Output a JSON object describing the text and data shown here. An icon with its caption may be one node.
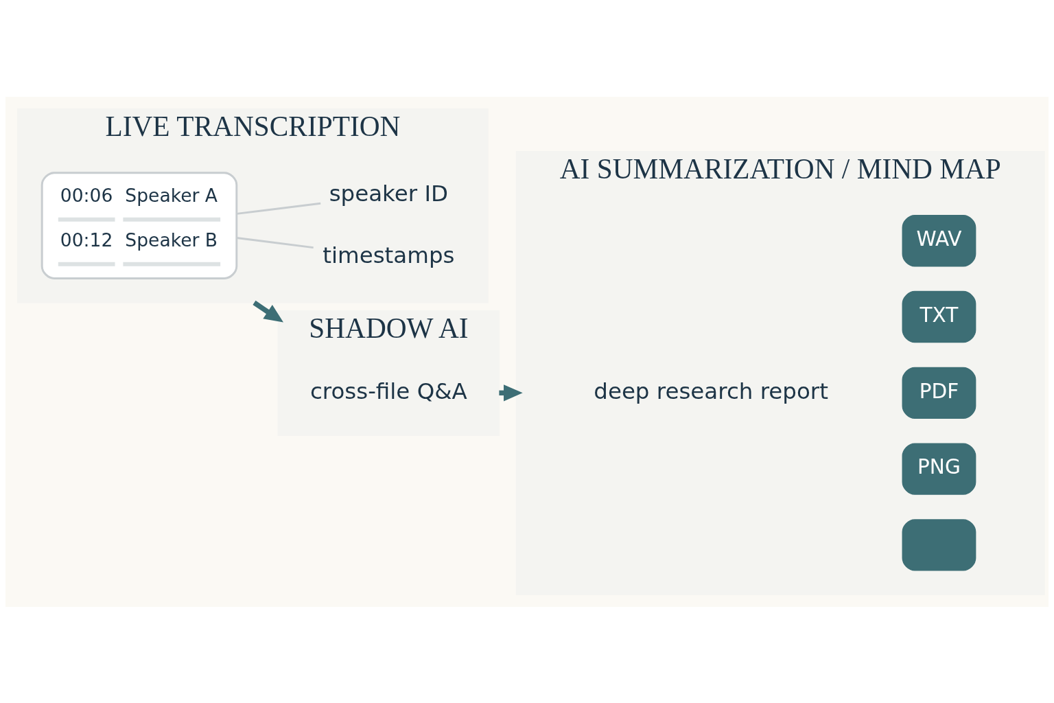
{
  "diagram": {
    "nodes": [
      {
        "text": [
          "LIVE TRANSCRIPTION"
        ]
      },
      {
        "text": [
          "00:06",
          "Speaker A",
          "00:12",
          "Speaker B"
        ],
        "in": 0
      },
      {
        "text": [
          "speaker ID"
        ],
        "in": 0
      },
      {
        "text": [
          "timestamps"
        ],
        "in": 0
      },
      {
        "text": [
          "SHADOW AI"
        ]
      },
      {
        "text": [
          "cross-file Q&A"
        ],
        "in": 4
      },
      {
        "text": [
          "AI SUMMARIZATION / MIND MAP"
        ]
      },
      {
        "text": [
          "deep research report"
        ],
        "in": 6
      },
      {
        "text": [
          "WAV"
        ],
        "in": 6
      },
      {
        "text": [
          "TXT"
        ],
        "in": 6
      },
      {
        "text": [
          "PDF"
        ],
        "in": 6
      },
      {
        "text": [
          "PNG"
        ],
        "in": 6
      },
      {
        "text": [],
        "shape": "box",
        "in": 6
      }
    ],
    "edges": [
      {
        "from": 1,
        "to": 2,
        "arrow": "none"
      },
      {
        "from": 1,
        "to": 3,
        "arrow": "none"
      },
      {
        "from": 0,
        "to": 4,
        "arrow": "to",
        "style": "thick",
        "color": "#3d6e75"
      },
      {
        "from": 4,
        "to": 6,
        "arrow": "to",
        "style": "thick",
        "color": "#3d6e75"
      }
    ]
  }
}
